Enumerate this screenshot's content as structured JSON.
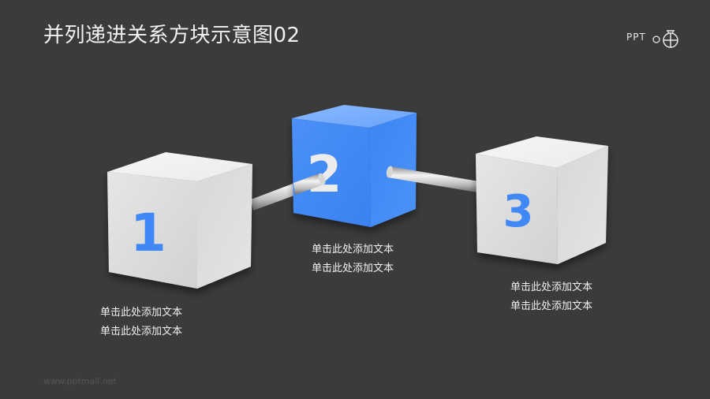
{
  "header": {
    "title": "并列递进关系方块示意图02",
    "logo_text": "PPT",
    "logo_icon": "ppt-stopwatch-logo-icon"
  },
  "colors": {
    "background": "#3b3b3b",
    "accent_blue": "#3f88f5",
    "cube_white_front": "#dcdcdc",
    "cube_white_side": "#cfcfcf",
    "cube_white_top": "#f0f0f0",
    "number_blue": "#3f88f5",
    "text": "#f0f0f0"
  },
  "cubes": [
    {
      "number": "1",
      "style": "white",
      "caption_lines": [
        "单击此处添加文本",
        "单击此处添加文本"
      ]
    },
    {
      "number": "2",
      "style": "blue",
      "caption_lines": [
        "单击此处添加文本",
        "单击此处添加文本"
      ]
    },
    {
      "number": "3",
      "style": "white",
      "caption_lines": [
        "单击此处添加文本",
        "单击此处添加文本"
      ]
    }
  ],
  "connectors": [
    {
      "from": "1",
      "to": "2",
      "type": "metal-rod"
    },
    {
      "from": "2",
      "to": "3",
      "type": "metal-rod"
    }
  ],
  "footer": {
    "watermark": "www.pptmall.net"
  }
}
